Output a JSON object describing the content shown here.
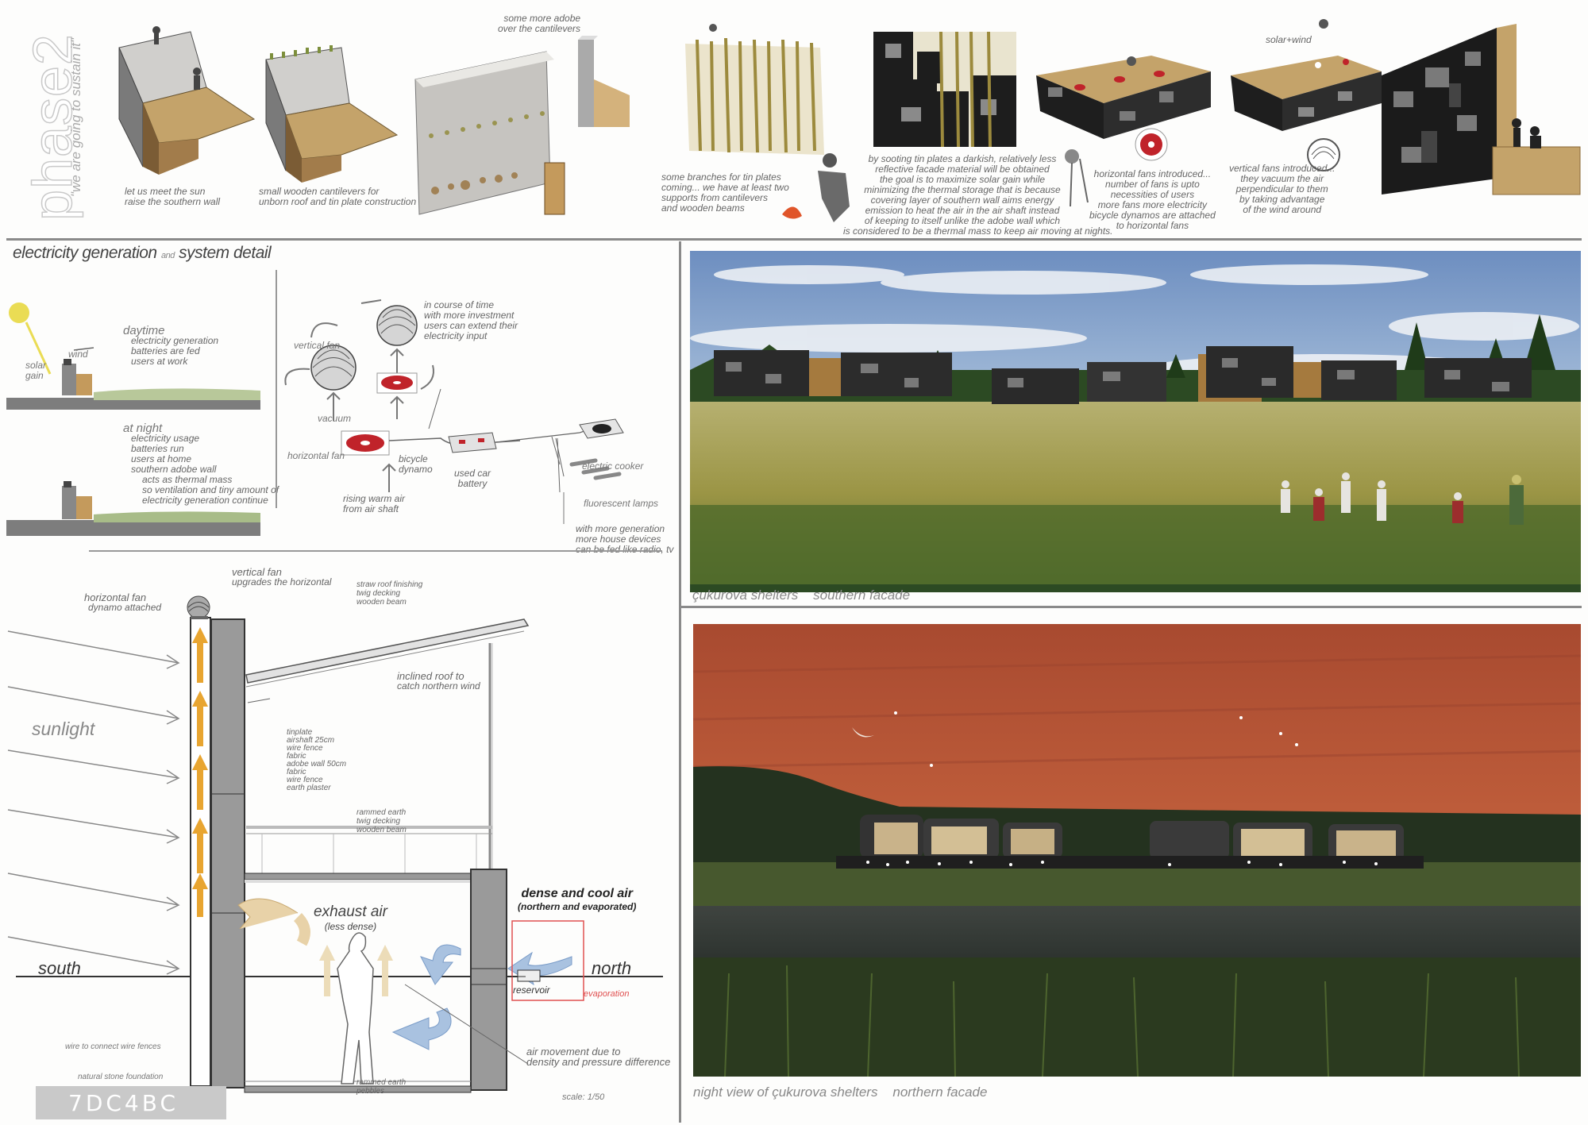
{
  "header": {
    "title": "phase2",
    "subtitle": "\"we are going to sustain it\""
  },
  "phase_steps": [
    {
      "lines": [
        "let us meet the sun",
        "raise the southern wall"
      ]
    },
    {
      "lines": [
        "small wooden cantilevers for",
        "unborn roof and tin plate construction"
      ]
    },
    {
      "lines": [
        "some more adobe",
        "over the cantilevers"
      ]
    },
    {
      "lines": [
        "some branches for tin plates",
        "coming... we have at least two",
        "supports from cantilevers",
        "and wooden beams"
      ]
    },
    {
      "lines": [
        "by sooting tin plates a darkish, relatively less",
        "reflective facade material will be obtained",
        "the goal is to maximize solar gain while",
        "minimizing the thermal storage that is because",
        "covering layer of southern wall aims energy",
        "emission to heat the air in the air shaft instead",
        "of keeping to itself unlike the adobe wall which",
        "is considered to be a thermal mass to keep air moving at nights."
      ]
    },
    {
      "lines": [
        "horizontal fans introduced...",
        "number of fans is upto",
        "necessities of users",
        "more fans more electricity",
        "bicycle dynamos are attached",
        "to horizontal fans"
      ]
    },
    {
      "lines": [
        "solar+wind"
      ]
    },
    {
      "lines": [
        "vertical fans introduced...",
        "they vacuum the air",
        "perpendicular to them",
        "by taking advantage",
        "of the wind around"
      ]
    }
  ],
  "electricity": {
    "title_main": "electricity generation",
    "title_and": "and",
    "title_end": "system detail",
    "solar_label": "solar",
    "gain_label": "gain",
    "wind_label": "wind",
    "daytime": {
      "title": "daytime",
      "lines": [
        "electricity generation",
        "batteries are fed",
        "users at work"
      ]
    },
    "night": {
      "title": "at night",
      "lines": [
        "electricity usage",
        "batteries run",
        "users at home",
        "southern adobe wall",
        "acts as thermal mass",
        "so ventilation and tiny amount of",
        "electricity generation continue"
      ]
    },
    "system": {
      "investment": [
        "in course of time",
        "with more investment",
        "users can extend their",
        "electricity input"
      ],
      "vertical_fan": "vertical fan",
      "vacuum": "vacuum",
      "horizontal_fan": "horizontal fan",
      "bicycle_dynamo": [
        "bicycle",
        "dynamo"
      ],
      "used_car_battery": [
        "used car",
        "battery"
      ],
      "rising_air": [
        "rising warm air",
        "from air shaft"
      ],
      "electric_cooker": "electric cooker",
      "fluorescent_lamps": "fluorescent lamps",
      "more_generation": [
        "with more generation",
        "more house devices",
        "can be fed like radio, tv"
      ]
    }
  },
  "section": {
    "vertical_fan": [
      "vertical fan",
      "upgrades the horizontal"
    ],
    "horizontal_fan": [
      "horizontal fan",
      "dynamo attached"
    ],
    "roof_layers": [
      "straw roof finishing",
      "twig decking",
      "wooden beam"
    ],
    "inclined_roof": [
      "inclined roof to",
      "catch northern wind"
    ],
    "sunlight": "sunlight",
    "wall_layers": [
      "tinplate",
      "airshaft 25cm",
      "wire fence",
      "fabric",
      "adobe wall 50cm",
      "fabric",
      "wire fence",
      "earth plaster"
    ],
    "floor_layers": [
      "rammed earth",
      "twig decking",
      "wooden beam"
    ],
    "exhaust_air": "exhaust air",
    "exhaust_sub": "(less dense)",
    "dense_air": "dense and cool air",
    "dense_sub": "(northern and evaporated)",
    "south": "south",
    "north": "north",
    "reservoir": "reservoir",
    "evaporation": "evaporation",
    "air_movement": [
      "air movement due to",
      "density and pressure difference"
    ],
    "wire_note": "wire to connect wire fences",
    "foundation": "natural stone foundation",
    "base_layers": [
      "rammed earth",
      "pebbles"
    ],
    "scale": "scale: 1/50",
    "code": "7DC4BC"
  },
  "renders": {
    "day_caption_1": "çukurova shelters",
    "day_caption_2": "southern facade",
    "night_caption_1": "night view of çukurova shelters",
    "night_caption_2": "northern facade"
  },
  "colors": {
    "sky_top": "#7f9ec6",
    "grass": "#9c9a4a",
    "night_sky": "#b8583a",
    "fan_red": "#c0232a",
    "arrow_yellow": "#e8a531",
    "arrow_blue": "#9bb5d6",
    "accent_red": "#e05050"
  }
}
